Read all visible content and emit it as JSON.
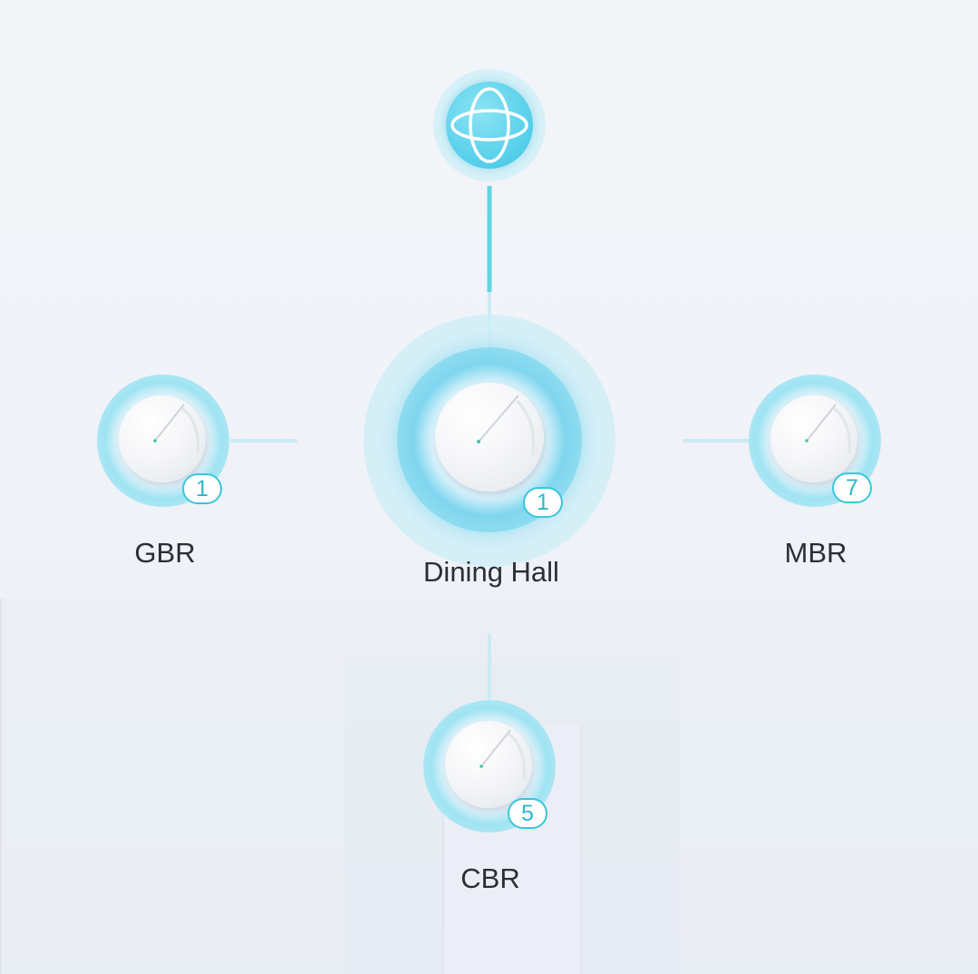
{
  "topology": {
    "internet": {
      "icon": "globe-icon"
    },
    "nodes": [
      {
        "id": "center",
        "label": "Dining Hall",
        "client_count": "1"
      },
      {
        "id": "left",
        "label": "GBR",
        "client_count": "1"
      },
      {
        "id": "right",
        "label": "MBR",
        "client_count": "7"
      },
      {
        "id": "bottom",
        "label": "CBR",
        "client_count": "5"
      }
    ]
  },
  "colors": {
    "link_primary": "#64d3e3",
    "link_faint": "#cdeaf3",
    "link_green": "#2fd6a0",
    "badge": "#38c8d8",
    "label_text": "#2a2f36"
  }
}
